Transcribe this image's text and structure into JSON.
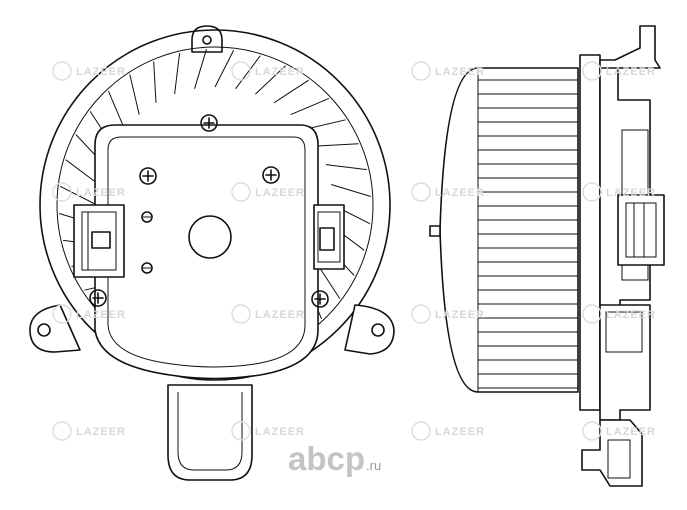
{
  "watermark": {
    "text": "LAZEER",
    "color": "#d7d7d7"
  },
  "brand_mark": {
    "name": "abcp",
    "tld": ".ru",
    "color": "#c4c4c4"
  },
  "line_color": "#111111",
  "icons": [
    "screw-icon",
    "connector-icon",
    "watermark-logo-icon"
  ]
}
